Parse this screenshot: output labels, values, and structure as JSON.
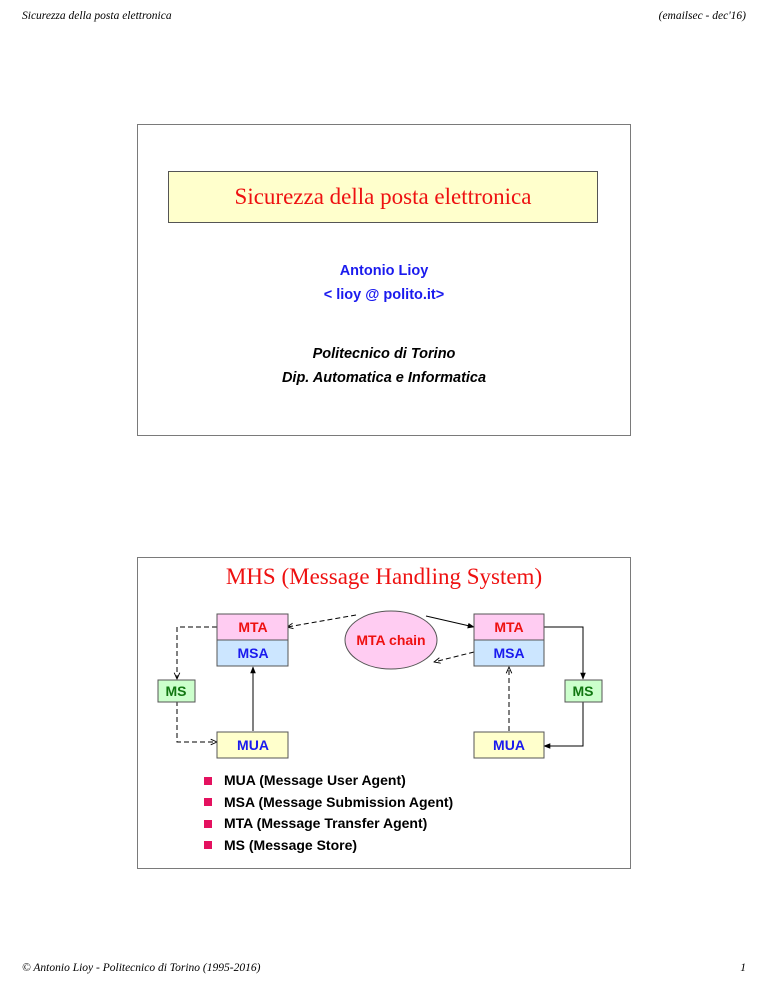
{
  "header": {
    "left": "Sicurezza della posta elettronica",
    "right": "(emailsec - dec'16)"
  },
  "slide1": {
    "title": "Sicurezza della posta elettronica",
    "author_name": "Antonio Lioy",
    "author_email": "< lioy @ polito.it>",
    "institution": "Politecnico di Torino",
    "department": "Dip. Automatica e Informatica"
  },
  "slide2": {
    "title": "MHS (Message Handling System)",
    "diagram": {
      "mta_left": "MTA",
      "msa_left": "MSA",
      "mta_chain": "MTA chain",
      "mta_right": "MTA",
      "msa_right": "MSA",
      "ms_left": "MS",
      "ms_right": "MS",
      "mua_left": "MUA",
      "mua_right": "MUA"
    },
    "bullets": [
      "MUA (Message User Agent)",
      "MSA (Message Submission Agent)",
      "MTA (Message Transfer Agent)",
      "MS (Message Store)"
    ]
  },
  "colors": {
    "title_red": "#ee1111",
    "author_blue": "#1a1aee",
    "mta_pink": "#ffccf2",
    "msa_blue": "#cce6ff",
    "ms_green": "#ccffcc",
    "mua_yellow": "#ffffcc",
    "bullet_magenta": "#e4115f"
  },
  "footer": {
    "left": "© Antonio Lioy - Politecnico di Torino (1995-2016)",
    "page": "1"
  }
}
